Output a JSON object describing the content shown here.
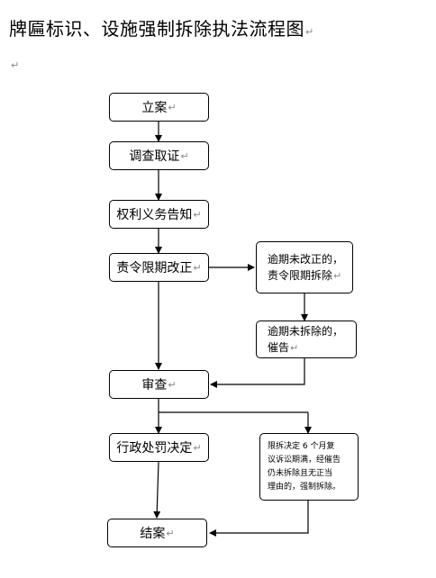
{
  "title": "牌匾标识、设施强制拆除执法流程图",
  "mark": "↵",
  "nodes": {
    "filing": "立案",
    "investigation": "调查取证",
    "rights_notice": "权利义务告知",
    "order_correction": "责令限期改正",
    "overdue_uncorrected_l1": "逾期未改正的，",
    "overdue_uncorrected_l2": "责令限期拆除",
    "overdue_undemolished_l1": "逾期未拆除的，",
    "overdue_undemolished_l2": "催告",
    "review": "审查",
    "admin_penalty": "行政处罚决定",
    "forced_demolition_l1": "限拆决定 6 个月复",
    "forced_demolition_l2": "议诉讼期满，经催告",
    "forced_demolition_l3": "仍未拆除且无正当",
    "forced_demolition_l4": "理由的，强制拆除。",
    "close_case": "结案"
  }
}
